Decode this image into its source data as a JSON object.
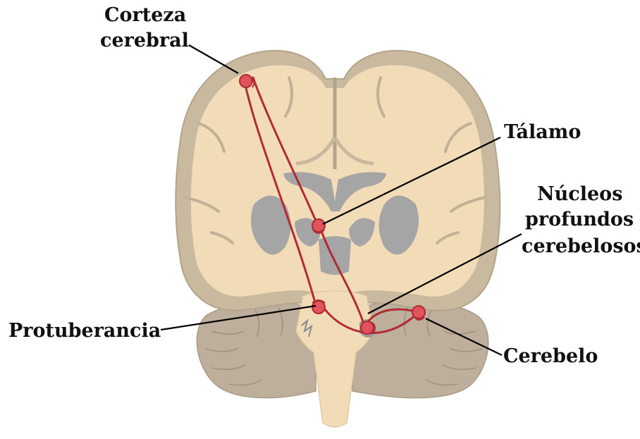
{
  "labels": {
    "cortex_line1": "Corteza",
    "cortex_line2": "cerebral",
    "thalamus": "Tálamo",
    "nuclei_line1": "Núcleos",
    "nuclei_line2": "profundos",
    "nuclei_line3": "cerebelosos",
    "pons": "Protuberancia",
    "cerebellum": "Cerebelo"
  },
  "colors": {
    "cortex_fill": "#c9b99f",
    "white_matter": "#f2dcb8",
    "cerebellum_fill": "#bdaf9b",
    "gray_nuclei": "#a5a5a5",
    "pathway": "#b22a34",
    "neuron": "#e2545c",
    "leader_line": "#000000"
  }
}
